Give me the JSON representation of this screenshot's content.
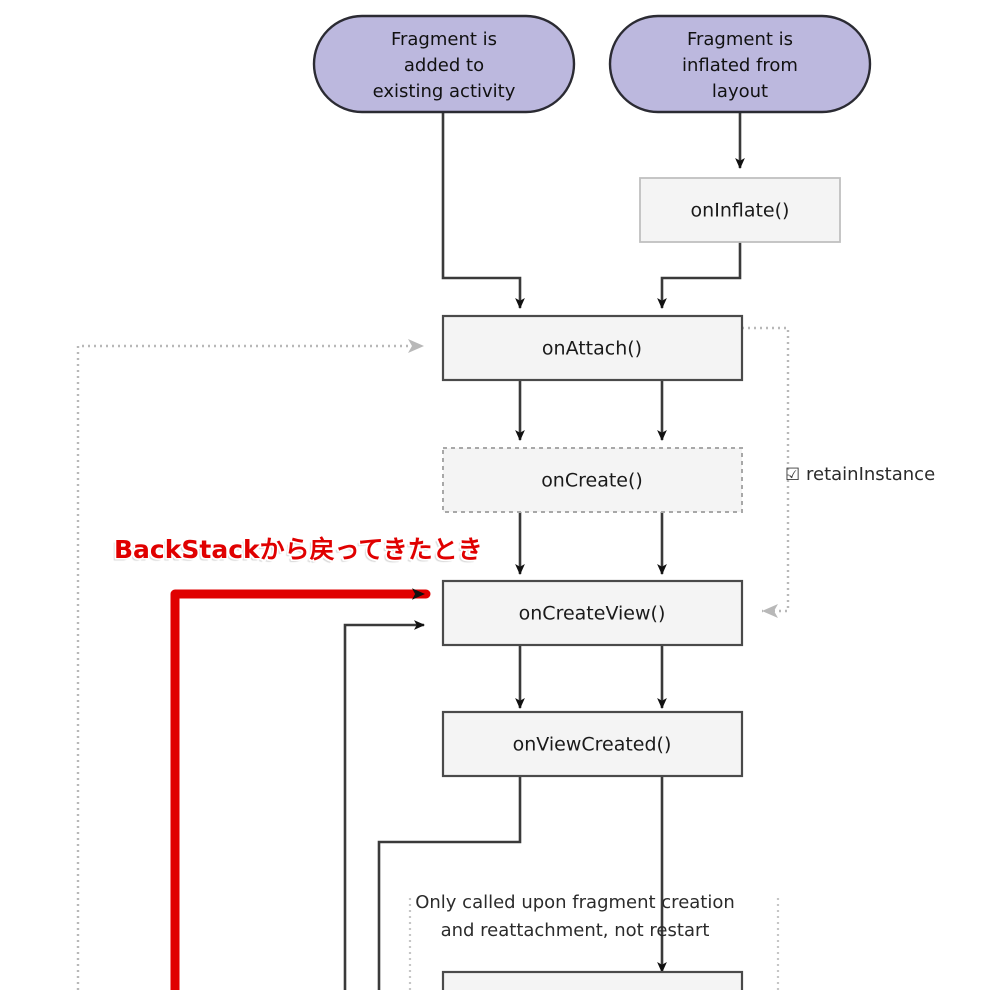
{
  "diagram": {
    "title": "Android Fragment lifecycle",
    "colors": {
      "start_fill": "#bcb8de",
      "start_stroke": "#2b2b33",
      "box_fill": "#f4f4f4",
      "box_stroke": "#555555",
      "dashed_stroke": "#bdbdbd",
      "dotted_stroke": "#b3b3b3",
      "arrow_black": "#111111",
      "annotation_red": "#e00000"
    },
    "start_nodes": [
      {
        "id": "added-to-activity",
        "lines": [
          "Fragment is",
          "added to",
          "existing activity"
        ]
      },
      {
        "id": "inflated-from-layout",
        "lines": [
          "Fragment is",
          "inflated from",
          "layout"
        ]
      }
    ],
    "nodes": [
      {
        "id": "on-inflate",
        "label": "onInflate()",
        "style": "solid"
      },
      {
        "id": "on-attach",
        "label": "onAttach()",
        "style": "solid"
      },
      {
        "id": "on-create",
        "label": "onCreate()",
        "style": "dashed"
      },
      {
        "id": "on-create-view",
        "label": "onCreateView()",
        "style": "solid"
      },
      {
        "id": "on-view-created",
        "label": "onViewCreated()",
        "style": "solid"
      }
    ],
    "notes": [
      {
        "id": "retain-instance",
        "checkbox": "☑",
        "label": "retainInstance"
      },
      {
        "id": "only-called-note",
        "lines": [
          "Only called upon fragment creation",
          "and reattachment, not restart"
        ]
      }
    ],
    "annotations": [
      {
        "id": "backstack-note",
        "text": "BackStackから戻ってきたとき"
      }
    ]
  }
}
